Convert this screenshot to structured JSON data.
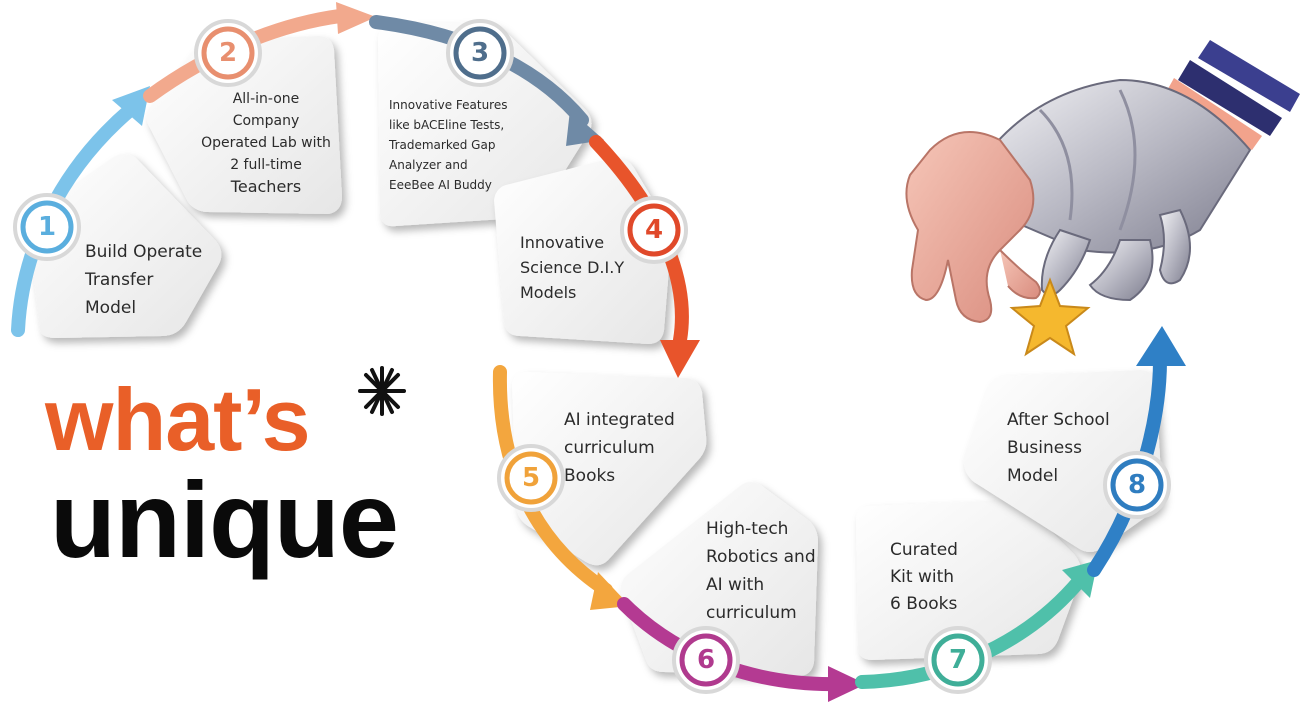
{
  "title": {
    "line1": "what’s",
    "line2": "unique"
  },
  "steps": [
    {
      "number": "1",
      "lines": [
        "Build Operate",
        "Transfer",
        "Model"
      ],
      "color": "#5aaede"
    },
    {
      "number": "2",
      "lines": [
        "All-in-one",
        "Company",
        "Operated Lab with",
        "2 full-time",
        "Teachers"
      ],
      "color": "#e88f6f"
    },
    {
      "number": "3",
      "lines": [
        "Innovative Features",
        "like bACEline Tests,",
        "Trademarked Gap",
        "Analyzer and",
        "EeeBee AI Buddy"
      ],
      "color": "#4f6e8c"
    },
    {
      "number": "4",
      "lines": [
        "Innovative",
        "Science D.I.Y",
        "Models"
      ],
      "color": "#e0492a"
    },
    {
      "number": "5",
      "lines": [
        "AI integrated",
        "curriculum",
        "Books"
      ],
      "color": "#f0a23a"
    },
    {
      "number": "6",
      "lines": [
        "High-tech",
        "Robotics and",
        "AI with",
        "curriculum"
      ],
      "color": "#b03a8e"
    },
    {
      "number": "7",
      "lines": [
        "Curated",
        "Kit with",
        "6 Books"
      ],
      "color": "#3fae98"
    },
    {
      "number": "8",
      "lines": [
        "After School",
        "Business",
        "Model"
      ],
      "color": "#2f7dc0"
    }
  ],
  "illustration": {
    "hand": "robot-human-hand-icon",
    "star": "star-icon",
    "star_color": "#f5b82e"
  }
}
